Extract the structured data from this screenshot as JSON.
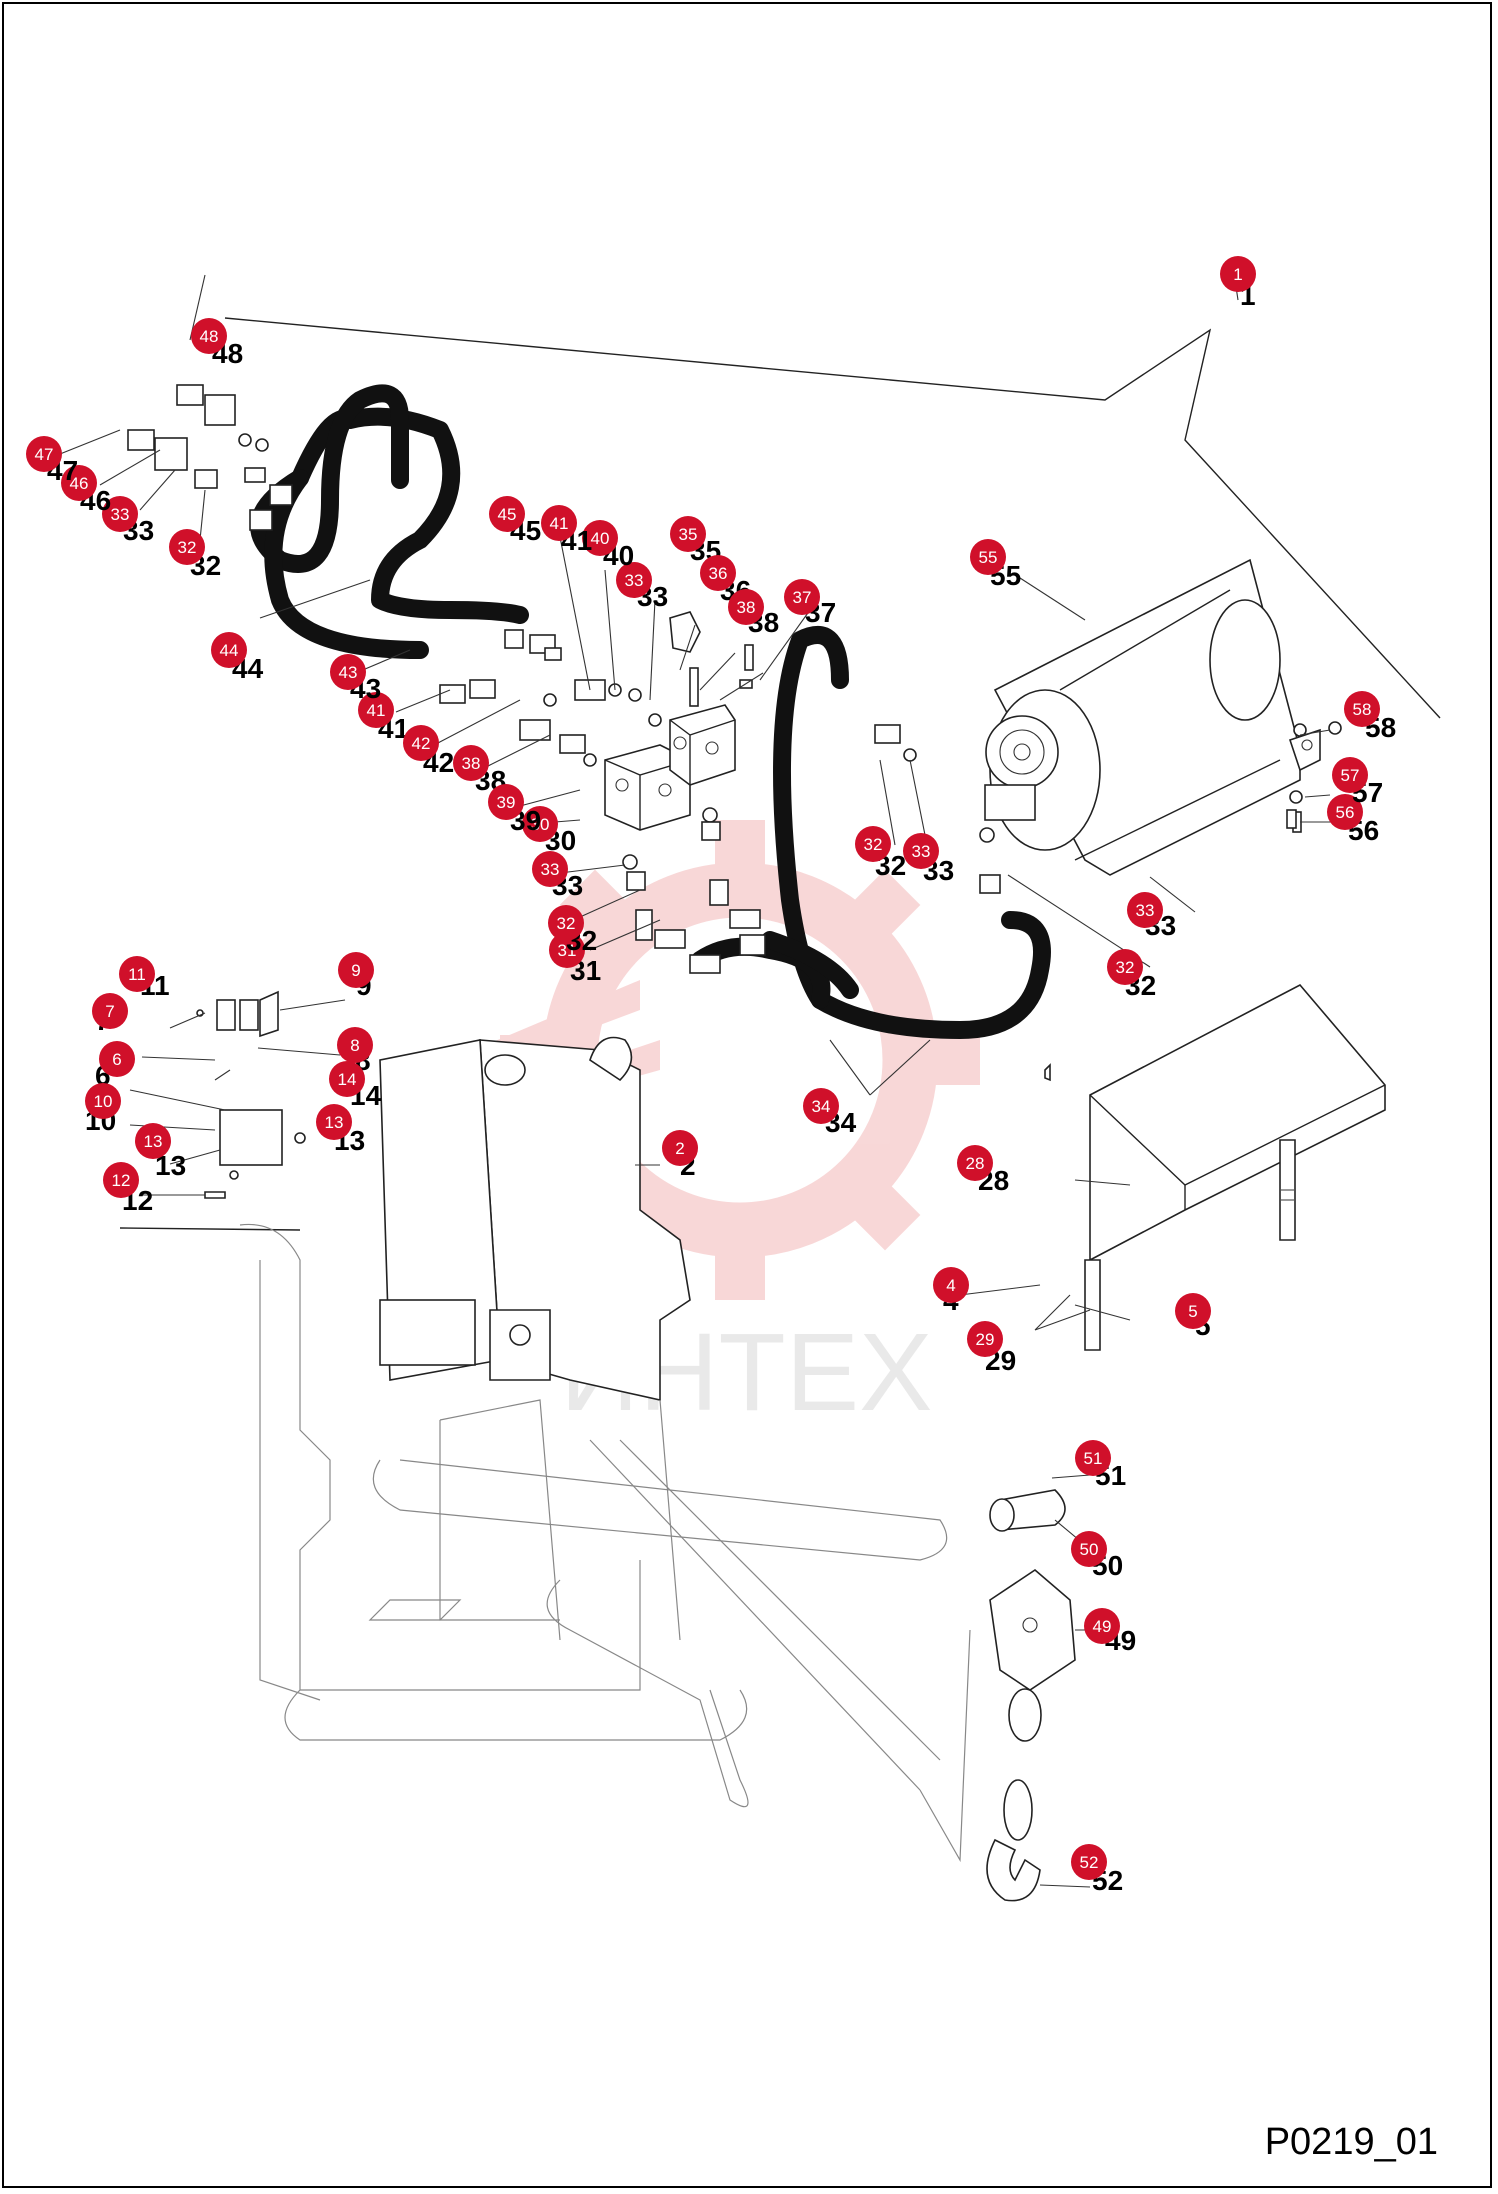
{
  "drawing_code": "P0219_01",
  "watermark_text": "ИНТЕХ",
  "colors": {
    "badge": "#d0102a",
    "watermark": "#f3b8b8",
    "line": "#222222"
  },
  "callouts": [
    {
      "n": "1"
    },
    {
      "n": "2"
    },
    {
      "n": "4"
    },
    {
      "n": "5"
    },
    {
      "n": "6"
    },
    {
      "n": "7"
    },
    {
      "n": "8"
    },
    {
      "n": "9"
    },
    {
      "n": "10"
    },
    {
      "n": "11"
    },
    {
      "n": "12"
    },
    {
      "n": "13"
    },
    {
      "n": "13"
    },
    {
      "n": "14"
    },
    {
      "n": "28"
    },
    {
      "n": "29"
    },
    {
      "n": "30"
    },
    {
      "n": "31"
    },
    {
      "n": "32"
    },
    {
      "n": "32"
    },
    {
      "n": "32"
    },
    {
      "n": "32"
    },
    {
      "n": "33"
    },
    {
      "n": "33"
    },
    {
      "n": "33"
    },
    {
      "n": "33"
    },
    {
      "n": "33"
    },
    {
      "n": "34"
    },
    {
      "n": "35"
    },
    {
      "n": "36"
    },
    {
      "n": "37"
    },
    {
      "n": "38"
    },
    {
      "n": "38"
    },
    {
      "n": "39"
    },
    {
      "n": "40"
    },
    {
      "n": "41"
    },
    {
      "n": "41"
    },
    {
      "n": "42"
    },
    {
      "n": "43"
    },
    {
      "n": "44"
    },
    {
      "n": "45"
    },
    {
      "n": "46"
    },
    {
      "n": "47"
    },
    {
      "n": "48"
    },
    {
      "n": "49"
    },
    {
      "n": "50"
    },
    {
      "n": "51"
    },
    {
      "n": "52"
    },
    {
      "n": "55"
    },
    {
      "n": "56"
    },
    {
      "n": "57"
    },
    {
      "n": "58"
    }
  ]
}
